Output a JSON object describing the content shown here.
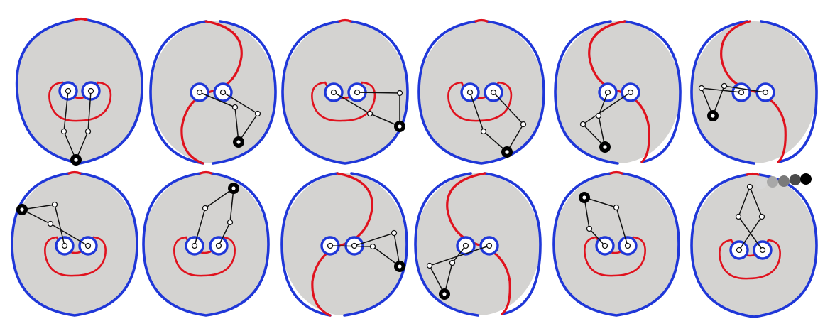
{
  "figure": {
    "colors": {
      "workspace_fill": "#d4d3d1",
      "outer_boundary": "#1f37d8",
      "singular_curve": "#e0121e",
      "base_circle": "#1f37d8",
      "links": "#111111",
      "end_effector": "#000000"
    },
    "panels": [
      {
        "id": "r1c1",
        "shape": "lens",
        "red_arc": "top",
        "inner": "loop",
        "pose": "down-center"
      },
      {
        "id": "r1c2",
        "shape": "round",
        "red_arc": "s-right",
        "inner": "none",
        "pose": "down-right"
      },
      {
        "id": "r1c3",
        "shape": "round",
        "red_arc": "top",
        "inner": "loop",
        "pose": "right"
      },
      {
        "id": "r1c4",
        "shape": "round",
        "red_arc": "top",
        "inner": "loop",
        "pose": "down-right"
      },
      {
        "id": "r1c5",
        "shape": "round",
        "red_arc": "s-left",
        "inner": "none",
        "pose": "down-left"
      },
      {
        "id": "r1c6",
        "shape": "round",
        "red_arc": "s-right",
        "inner": "none",
        "pose": "left"
      },
      {
        "id": "r2c1",
        "shape": "round",
        "red_arc": "top",
        "inner": "loop",
        "pose": "upper-left"
      },
      {
        "id": "r2c2",
        "shape": "round",
        "red_arc": "top",
        "inner": "loop",
        "pose": "up-right"
      },
      {
        "id": "r2c3",
        "shape": "round",
        "red_arc": "s-right",
        "inner": "none",
        "pose": "right"
      },
      {
        "id": "r2c4",
        "shape": "round",
        "red_arc": "s-left",
        "inner": "none",
        "pose": "down-left"
      },
      {
        "id": "r2c5",
        "shape": "round",
        "red_arc": "top",
        "inner": "loop",
        "pose": "up-left"
      },
      {
        "id": "r2c6",
        "shape": "round",
        "red_arc": "top",
        "inner": "loop",
        "pose": "up-center"
      }
    ],
    "trail_shades": [
      "#d6d6d6",
      "#a8a8a8",
      "#7a7a7a",
      "#4a4a4a",
      "#000000"
    ]
  }
}
